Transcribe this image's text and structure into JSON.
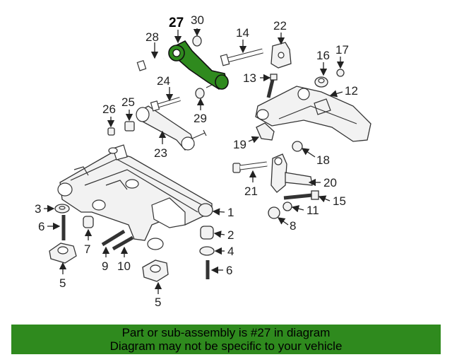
{
  "callouts": {
    "c1": "1",
    "c2": "2",
    "c3": "3",
    "c4": "4",
    "c5a": "5",
    "c5b": "5",
    "c6a": "6",
    "c6b": "6",
    "c7": "7",
    "c8": "8",
    "c9": "9",
    "c10": "10",
    "c11": "11",
    "c12": "12",
    "c13": "13",
    "c14": "14",
    "c15": "15",
    "c16": "16",
    "c17": "17",
    "c18": "18",
    "c19": "19",
    "c20": "20",
    "c21": "21",
    "c22": "22",
    "c23": "23",
    "c24": "24",
    "c25": "25",
    "c26": "26",
    "c27": "27",
    "c28": "28",
    "c29": "29",
    "c30": "30"
  },
  "highlight": {
    "part_number": "27",
    "color": "#2f8a1e"
  },
  "banner": {
    "line1": "Part or sub-assembly is #27 in diagram",
    "line2": "Diagram may not be specific to your vehicle",
    "color": "#2f8a1e"
  }
}
